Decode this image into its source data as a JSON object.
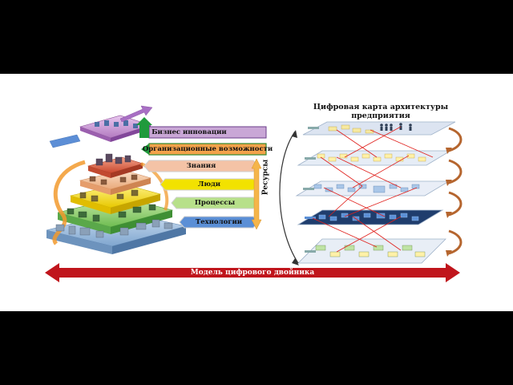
{
  "diagram": {
    "title": "Цифровая карта архитектуры предприятия",
    "layers": [
      {
        "label": "Бизнес инновации",
        "color": "#c9a7d6",
        "border": "#6a3d8a"
      },
      {
        "label": "Организационные возможности",
        "color": "#f3a24a",
        "border": "#2f8a2f"
      },
      {
        "label": "Знания",
        "color": "#f4c3a6",
        "border": "#d9d9d9"
      },
      {
        "label": "Люди",
        "color": "#f2e200",
        "border": "#d9d9d9"
      },
      {
        "label": "Процессы",
        "color": "#b7e08a",
        "border": "#d9d9d9"
      },
      {
        "label": "Технологии",
        "color": "#5b8fd6",
        "border": "#d9d9d9"
      }
    ],
    "resources_label": "Ресурсы",
    "twin_label": "Модель цифрового двойника",
    "colors": {
      "twin_arrow": "#c0151c",
      "resources_arrow": "#f5b54a",
      "green_arrow": "#1f9a3c",
      "swirl_arrow": "#b5652e",
      "link_lines": "#e0201c"
    }
  }
}
